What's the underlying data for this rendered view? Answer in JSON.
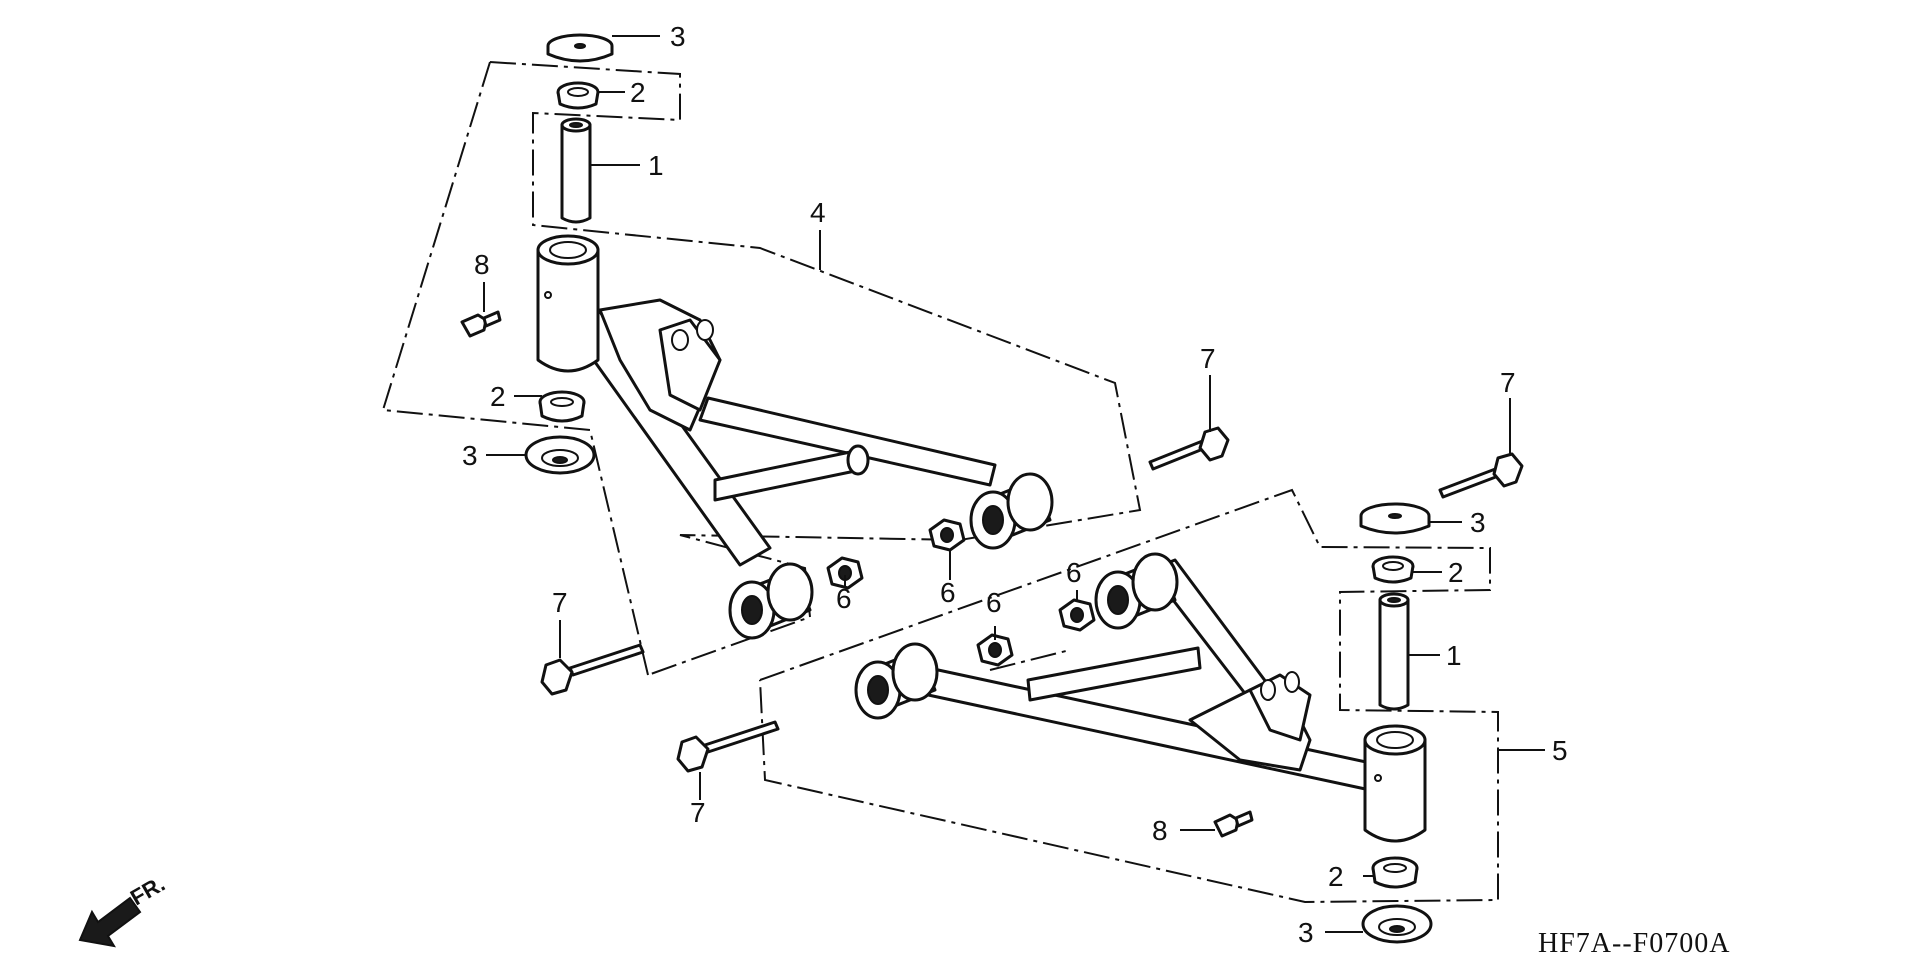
{
  "diagram": {
    "code": "HF7A--F0700A",
    "direction_label": "FR.",
    "callouts": {
      "c1_top": "1",
      "c2_top": "2",
      "c3_top": "3",
      "c4": "4",
      "c8_left": "8",
      "c2_left": "2",
      "c3_left": "3",
      "c7_upper_mid": "7",
      "c7_upper_right": "7",
      "c3_right": "3",
      "c2_right": "2",
      "c1_right": "1",
      "c6_a": "6",
      "c6_b": "6",
      "c6_c": "6",
      "c6_d": "6",
      "c7_left": "7",
      "c5": "5",
      "c7_bottom": "7",
      "c8_bottom": "8",
      "c2_bottom": "2",
      "c3_bottom": "3"
    }
  }
}
